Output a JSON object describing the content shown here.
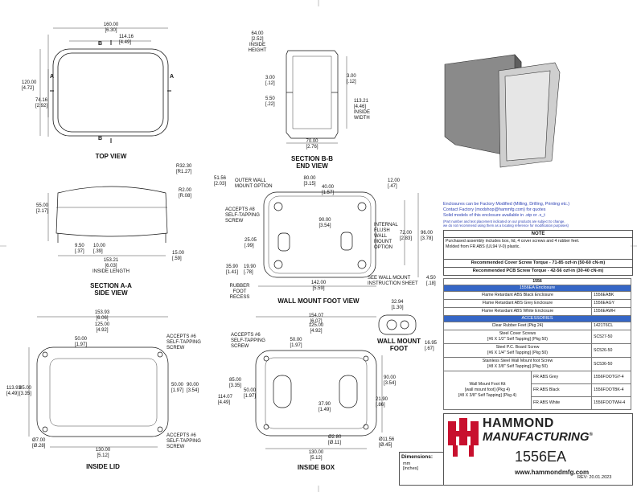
{
  "views": {
    "top": {
      "title": "TOP VIEW",
      "dims": {
        "w": "160.00",
        "w_in": "[6.30]",
        "w2": "114.16",
        "w2_in": "[4.49]",
        "h": "120.00",
        "h_in": "[4.72]",
        "h2": "74.16",
        "h2_in": "[2.92]"
      },
      "sec_b": "B",
      "sec_a": "A"
    },
    "end": {
      "title": "SECTION B-B",
      "subtitle": "END VIEW",
      "height": "64.00",
      "height_in": "[2.52]",
      "height_lbl": "INSIDE",
      "height_lbl2": "HEIGHT",
      "d1": "3.00",
      "d1_in": "[.12]",
      "d2": "3.00",
      "d2_in": "[.12]",
      "d3": "5.50",
      "d3_in": "[.22]",
      "width": "113.21",
      "width_in": "[4.46]",
      "width_lbl": "INSIDE",
      "width_lbl2": "WIDTH",
      "bottom": "70.00",
      "bottom_in": "[2.76]"
    },
    "side": {
      "title": "SECTION A-A",
      "subtitle": "SIDE VIEW",
      "r1": "R32.30",
      "r1_in": "[R1.27]",
      "r2": "R2.00",
      "r2_in": "[R.08]",
      "h": "55.00",
      "h_in": "[2.17]",
      "d1": "9.50",
      "d1_in": "[.37]",
      "d2": "10.00",
      "d2_in": "[.39]",
      "d3": "15.00",
      "d3_in": "[.59]",
      "len": "153.21",
      "len_in": "[6.03]",
      "len_lbl": "INSIDE LENGTH"
    },
    "wall": {
      "title": "WALL MOUNT FOOT VIEW",
      "outer": "OUTER WALL",
      "outer2": "MOUNT OPTION",
      "d80": "80.00",
      "d80_in": "[3.15]",
      "d40": "40.00",
      "d40_in": "[1.57]",
      "d12": "12.00",
      "d12_in": "[.47]",
      "d5156": "51.56",
      "d5156_in": "[2.03]",
      "acc": "ACCEPTS #8",
      "acc2": "SELF-TAPPING",
      "acc3": "SCREW",
      "d90": "90.00",
      "d90_in": "[3.54]",
      "d25": "25.05",
      "d25_in": "[.99]",
      "internal": "INTERNAL",
      "flush": "FLUSH",
      "wall": "WALL",
      "mount": "MOUNT",
      "option": "OPTION",
      "d72": "72.00",
      "d72_in": "[2.83]",
      "d96": "96.00",
      "d96_in": "[3.78]",
      "d3590": "35.90",
      "d3590_in": "[1.41]",
      "d1990": "19.90",
      "d1990_in": "[.78]",
      "d142": "142.00",
      "d142_in": "[5.59]",
      "rubber": "RUBBER",
      "foot": "FOOT",
      "recess": "RECESS"
    },
    "foot": {
      "title": "WALL MOUNT",
      "title2": "FOOT",
      "see": "SEE WALL MOUNT",
      "see2": "INSTRUCTION SHEET",
      "d450": "4.50",
      "d450_in": "[.18]",
      "d3294": "32.94",
      "d3294_in": "[1.30]",
      "d1695": "16.95",
      "d1695_in": "[.67]"
    },
    "lid": {
      "title": "INSIDE LID",
      "d15393": "153.93",
      "d15393_in": "[6.06]",
      "d125": "125.00",
      "d125_in": "[4.92]",
      "d50": "50.00",
      "d50_in": "[1.97]",
      "acc": "ACCEPTS #6",
      "acc2": "SELF-TAPPING",
      "acc3": "SCREW",
      "d113": "113.93",
      "d113_in": "[4.49]",
      "d85": "85.00",
      "d85_in": "[3.35]",
      "d50b": "50.00",
      "d50b_in": "[1.97]",
      "d90": "90.00",
      "d90_in": "[3.54]",
      "dia7": "Ø7.00",
      "dia7_in": "[Ø.28]",
      "d130": "130.00",
      "d130_in": "[5.12]"
    },
    "box": {
      "title": "INSIDE BOX",
      "d15407": "154.07",
      "d15407_in": "[6.07]",
      "d125": "125.00",
      "d125_in": "[4.92]",
      "d50": "50.00",
      "d50_in": "[1.97]",
      "acc": "ACCEPTS #6",
      "acc2": "SELF-TAPPING",
      "acc3": "SCREW",
      "d85": "85.00",
      "d85_in": "[3.35]",
      "d114": "114.07",
      "d114_in": "[4.49]",
      "d50b": "50.00",
      "d50b_in": "[1.97]",
      "d90": "90.00",
      "d90_in": "[3.54]",
      "d3790": "37.90",
      "d3790_in": "[1.49]",
      "d2190": "21.90",
      "d2190_in": "[.86]",
      "dia28": "Ø2.80",
      "dia28_in": "[Ø.11]",
      "dia1156": "Ø11.56",
      "dia1156_in": "[Ø.45]",
      "d130": "130.00",
      "d130_in": "[5.12]"
    }
  },
  "notes": {
    "line1": "Enclosures can be Factory Modified (Milling, Drilling, Printing etc.)",
    "line2": "Contact Factory (modshop@hammfg.com) for quotes",
    "line3": "Solid models of this enclosure available in .stp or .x_t",
    "line4": "(Part number and text placement indicated on our products are subject to change,",
    "line5": "we do not recommend using them as a locating reference for modification purposes)"
  },
  "note_box": {
    "head": "NOTE",
    "text1": "Purchased assembly includes box, lid, 4 cover screws and 4 rubber feet.",
    "text2": "Molded from FR ABS (UL94 V-0) plastic.",
    "torque1": "Recommended Cover Screw Torque - 71-85 ozf-in (50-60 cN-m)",
    "torque2": "Recommended PCB Screw Torque - 42-56 ozf-in (30-40 cN-m)"
  },
  "parts": {
    "model": "1556",
    "enclosure_hdr": "1556EA Enclosure",
    "rows": [
      {
        "desc": "Flame Retardant ABS Black Enclosure",
        "pn": "1556EABK"
      },
      {
        "desc": "Flame Retardant ABS Grey Enclosure",
        "pn": "1556EAGY"
      },
      {
        "desc": "Flame Retardant ABS White Enclosure",
        "pn": "1556EAWH"
      }
    ],
    "acc_hdr": "ACCESSORIES",
    "acc": [
      {
        "desc": "Clear Rubber Feet (Pkg 24)",
        "pn": "1421T6CL"
      },
      {
        "desc": "Steel Cover Screws",
        "desc2": "[#6 X 1/2\" Self Tapping] (Pkg 50)",
        "pn": "SC527-50"
      },
      {
        "desc": "Steel P.C. Board Screw",
        "desc2": "[#6 X 1/4\" Self Tapping] (Pkg 50)",
        "pn": "SC526-50"
      },
      {
        "desc": "Stainless Steel Wall Mount foot Screw",
        "desc2": "[#8 X 3/8\" Self Tapping] (Pkg 50)",
        "pn": "SC536-50"
      }
    ],
    "kit": {
      "desc": "Wall Mount Foot Kit",
      "desc2": "[wall mount foot] (Pkg 4)",
      "desc3": "[#8 X 3/8\" Self Tapping] (Pkg 4)",
      "opts": [
        {
          "c": "FR ABS Grey",
          "pn": "1556FOOTGY-4"
        },
        {
          "c": "FR ABS Black",
          "pn": "1556FOOTBK-4"
        },
        {
          "c": "FR ABS White",
          "pn": "1556FOOTWH-4"
        }
      ]
    }
  },
  "brand": {
    "line1": "HAMMOND",
    "line2": "MANUFACTURING",
    "reg": "®",
    "model": "1556EA",
    "url": "www.hammondmfg.com",
    "color": "#c8102e"
  },
  "dims_box": {
    "label": "Dimensions:",
    "mm": "mm",
    "inches": "[inches]"
  },
  "rev": "REV: 20.01.2023"
}
